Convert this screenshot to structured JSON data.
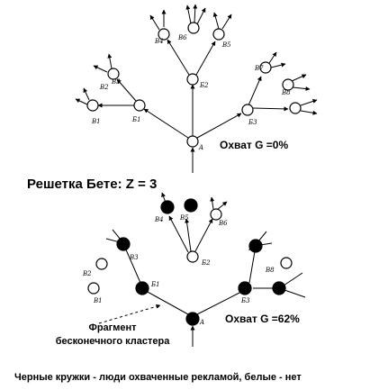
{
  "title": "Решетка Бете: Z = 3",
  "coverage_top": "Охват G =0%",
  "coverage_bottom": "Охват G =62%",
  "fragment_line1": "Фрагмент",
  "fragment_line2": "бесконечного кластера",
  "caption": "Черные кружки - люди охваченные рекламой, белые - нет",
  "colors": {
    "filled": "#000000",
    "empty": "#ffffff",
    "stroke": "#000000"
  },
  "top_tree": {
    "labels": {
      "A": "A",
      "B1": "Б1",
      "B2": "Б2",
      "B3": "Б3",
      "V1": "В1",
      "V2": "В2",
      "V3": "В3",
      "V4": "В4",
      "V5": "В5",
      "V6": "В6",
      "V7": "В7",
      "V8": "В8"
    }
  },
  "bottom_tree": {
    "labels": {
      "A": "A",
      "B1": "Б1",
      "B2": "Б2",
      "B3": "Б3",
      "V1": "В1",
      "V2": "В2",
      "V3": "В3",
      "V4": "В4",
      "V5": "В5",
      "V6": "В6",
      "V7": "В7",
      "V8": "В8"
    }
  }
}
